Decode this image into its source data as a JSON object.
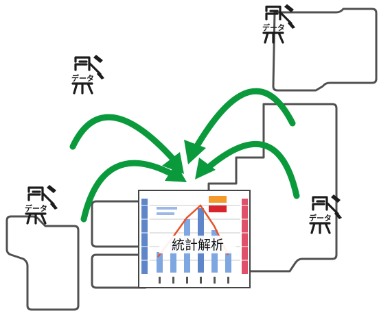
{
  "diagram": {
    "central_node": {
      "label": "統計解析",
      "icon": "statistics-chart-icon"
    },
    "data_sources": [
      {
        "label": "データ",
        "icon": "data-worker-icon"
      },
      {
        "label": "データ",
        "icon": "data-worker-icon"
      },
      {
        "label": "データ",
        "icon": "data-worker-icon"
      },
      {
        "label": "データ",
        "icon": "data-worker-icon"
      }
    ],
    "colors": {
      "arrow": "#0a9a3c",
      "box_border": "#505050",
      "chart_axis_left": "#5f86c8",
      "chart_axis_right": "#e0506a",
      "chart_line": "#e8522a"
    }
  }
}
